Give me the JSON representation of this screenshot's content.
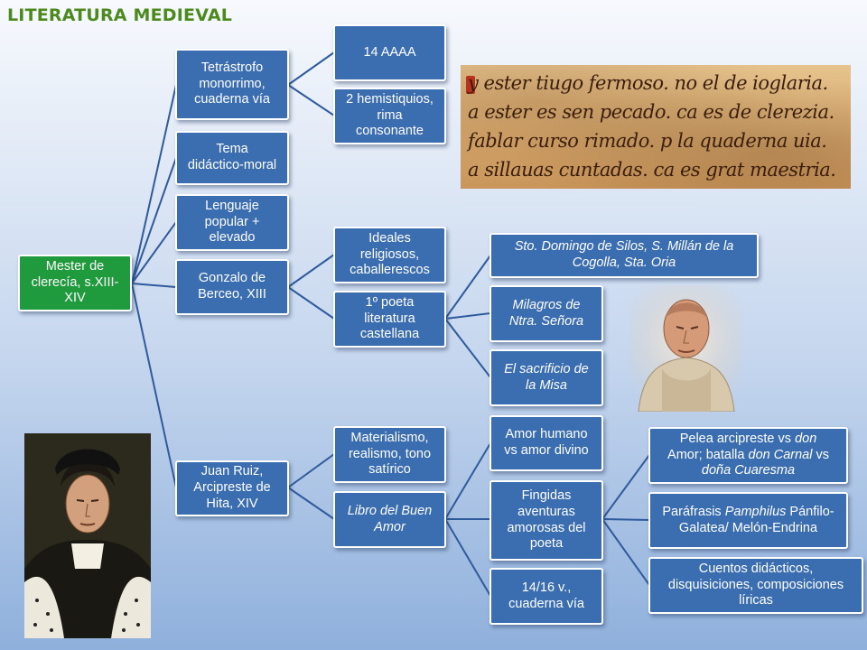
{
  "title": "LITERATURA MEDIEVAL",
  "root": "Mester de\nclerecía, s.XIII-\nXIV",
  "level1": {
    "tetrastrofo": "Tetrástrofo\nmonorrimo,\ncuaderna vía",
    "tema": "Tema\ndidáctico-moral",
    "lenguaje": "Lenguaje\npopular +\nelevado",
    "berceo": "Gonzalo de\nBerceo, XIII",
    "juan_ruiz": "Juan Ruiz,\nArcipreste de\nHita, XIV"
  },
  "tetrastrofo_children": [
    "14 AAAA",
    "2 hemistiquios,\nrima\nconsonante"
  ],
  "berceo_children": [
    "Ideales\nreligiosos,\ncaballerescos",
    "1º poeta\nliteratura\ncastellana"
  ],
  "berceo_works": [
    "Sto. Domingo de Silos, S. Millán de la\nCogolla, Sta. Oria",
    "Milagros de\nNtra. Señora",
    "El sacrificio de\nla Misa"
  ],
  "juan_ruiz_children": [
    "Materialismo,\nrealismo, tono\nsatírico",
    "Libro del Buen\nAmor"
  ],
  "libro_children": [
    "Amor humano\nvs amor divino",
    "Fingidas\naventuras\namorosas del\npoeta",
    "14/16 v.,\ncuaderna vía"
  ],
  "fingidas_children": {
    "pelea": {
      "a": "Pelea arcipreste vs ",
      "b": "don",
      "c": "\nAmor;",
      "d": " batalla ",
      "e": "don Carnal",
      "f": " vs\n",
      "g": "doña Cuaresma"
    },
    "paraf": {
      "a": "Paráfrasis ",
      "b": "Pamphilus",
      "c": " Pánfilo-\nGalatea/ Melón-Endrina"
    },
    "cuentos": "Cuentos didácticos,\ndisquisiciones, composiciones\nlíricas"
  },
  "manuscript_lines": [
    "y ester tiugo fermoso. no el de ioglaria.",
    "a ester es sen pecado. ca es de clerezia.",
    "fablar curso rimado. p la quaderna uia.",
    "a sillauas cuntadas. ca es grat maestria."
  ],
  "colors": {
    "box": "#3b6db1",
    "root": "#1f9a3c",
    "title": "#4d8a1e",
    "connector": "#2f5a9c"
  }
}
